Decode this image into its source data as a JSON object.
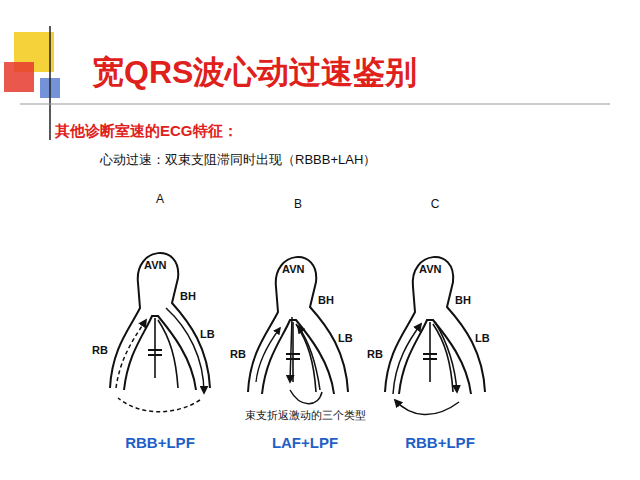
{
  "diagram": {
    "title": "宽QRS波心动过速鉴别",
    "caption": "束支折返激动的三个类型",
    "labels": [
      "其他诊断室速的ECG特征：",
      "心动过速：双束支阻滞同时出现（RBBB+LAH）",
      "A",
      "B",
      "C",
      "AVN",
      "BH",
      "LB",
      "RB",
      "AVN",
      "BH",
      "LB",
      "RB",
      "AVN",
      "BH",
      "LB",
      "RB",
      "RBB+LPF",
      "LAF+LPF",
      "RBB+LPF"
    ]
  }
}
